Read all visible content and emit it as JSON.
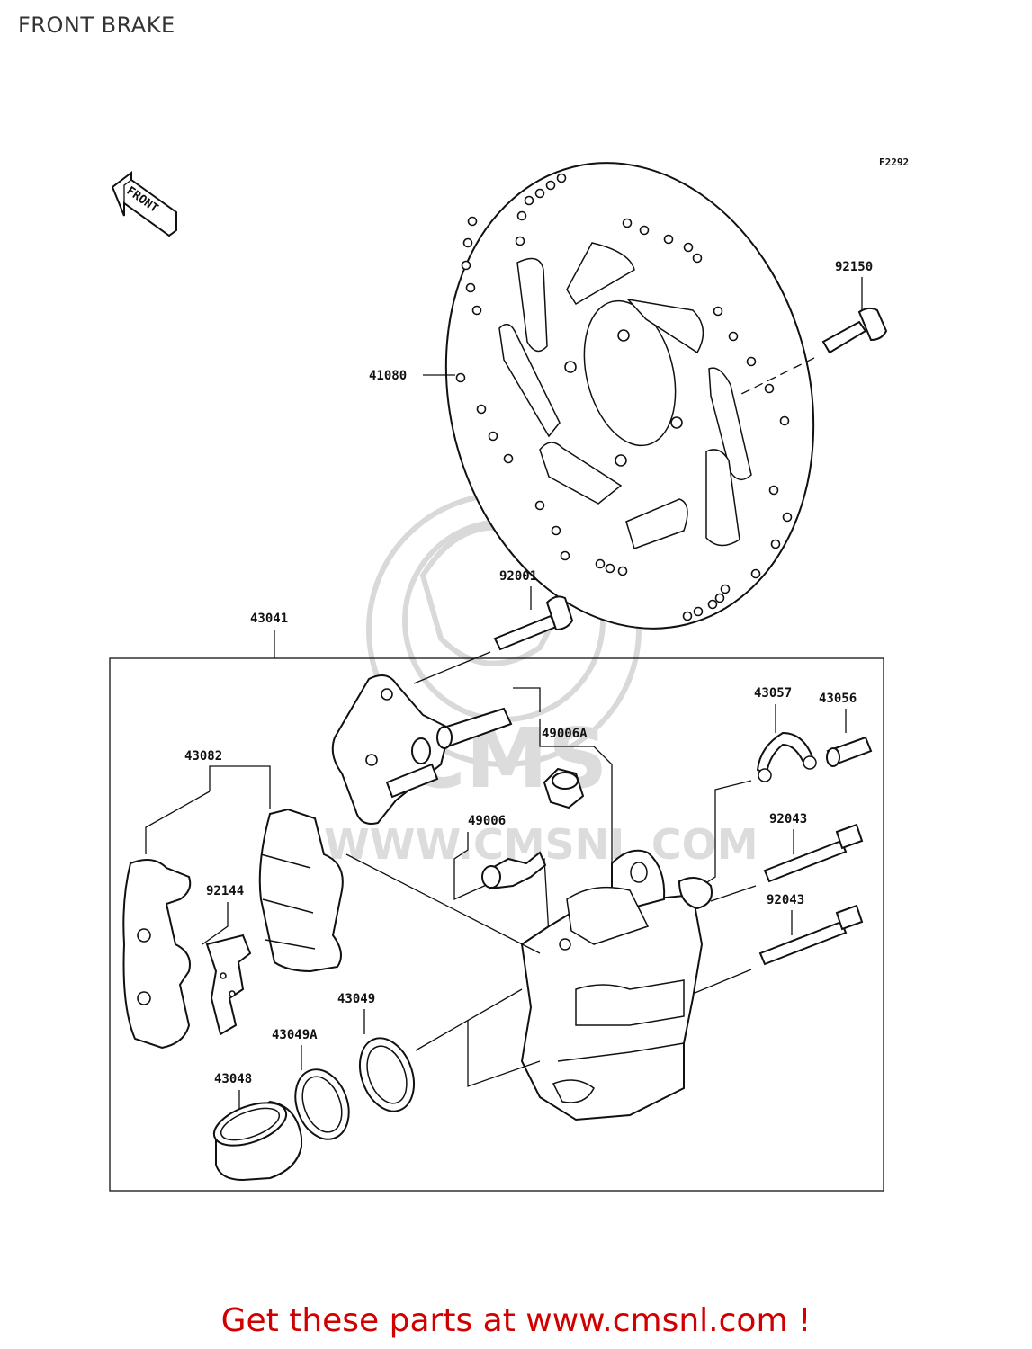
{
  "title": "FRONT BRAKE",
  "figure_code": "F2292",
  "front_arrow_text": "FRONT",
  "watermark_text": "WWW.CMSNL.COM",
  "watermark_logo": "CMS",
  "parts": {
    "p92150": "92150",
    "p41080": "41080",
    "p92001": "92001",
    "p43041": "43041",
    "p43057": "43057",
    "p43056": "43056",
    "p49006A": "49006A",
    "p43082": "43082",
    "p49006": "49006",
    "p92043a": "92043",
    "p92043b": "92043",
    "p92144": "92144",
    "p43049": "43049",
    "p43049A": "43049A",
    "p43048": "43048"
  },
  "footer": {
    "cta": "Get these parts at www.cmsnl.com !"
  },
  "colors": {
    "cta": "#d10000",
    "line": "#111111",
    "watermark": "#d9d9d9"
  }
}
